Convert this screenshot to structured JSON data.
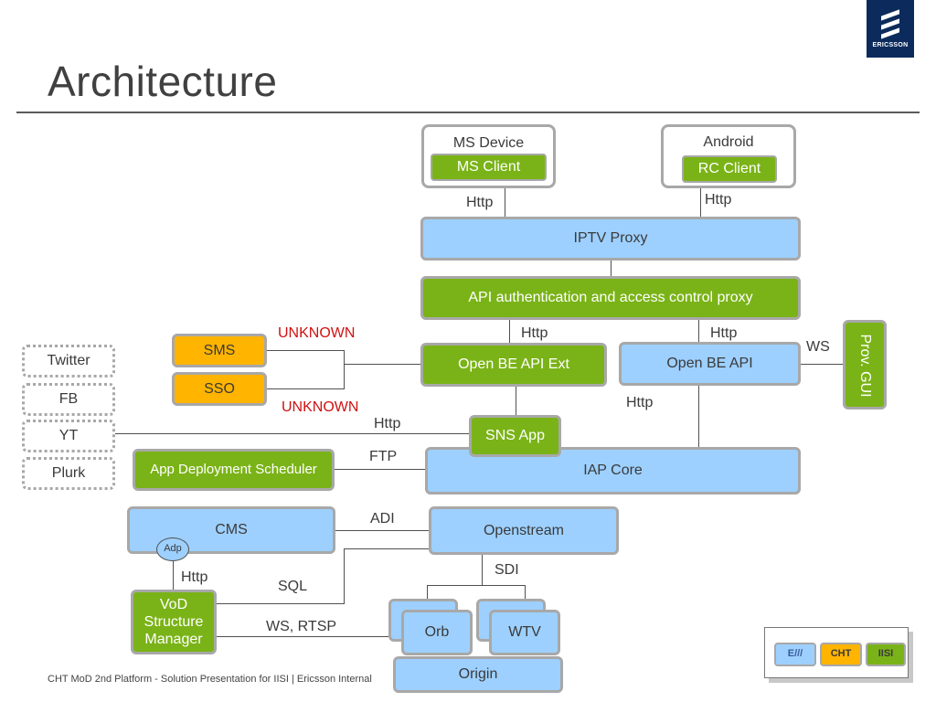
{
  "slide": {
    "title": "Architecture",
    "footer": "CHT MoD 2nd Platform - Solution Presentation for IISI  |  Ericsson Internal",
    "logo_text": "ERICSSON"
  },
  "colors": {
    "blue": "#9dd0ff",
    "green": "#7ab317",
    "orange": "#ffb400",
    "unknown_red": "#d11010",
    "logo_navy": "#0c2b5c"
  },
  "nodes": {
    "ms_device": "MS Device",
    "ms_client": "MS Client",
    "android": "Android",
    "rc_client": "RC Client",
    "iptv_proxy": "IPTV  Proxy",
    "api_auth": "API authentication and access control proxy",
    "open_be_api_ext": "Open BE API Ext",
    "open_be_api": "Open BE API",
    "prov_gui": "Prov. GUI",
    "sms": "SMS",
    "sso": "SSO",
    "twitter": "Twitter",
    "fb": "FB",
    "yt": "YT",
    "plurk": "Plurk",
    "sns_app": "SNS App",
    "iap_core": "IAP Core",
    "app_deployment_scheduler": "App Deployment Scheduler",
    "cms": "CMS",
    "adp": "Adp",
    "openstream": "Openstream",
    "vod_structure_manager": "VoD Structure Manager",
    "orb": "Orb",
    "wtv": "WTV",
    "origin": "Origin"
  },
  "edge_labels": {
    "http_ms": "Http",
    "http_android": "Http",
    "http_ext": "Http",
    "http_api": "Http",
    "http_api_core": "Http",
    "ws": "WS",
    "unknown_top": "UNKNOWN",
    "unknown_bottom": "UNKNOWN",
    "http_sns": "Http",
    "ftp": "FTP",
    "adi": "ADI",
    "sdi": "SDI",
    "http_adp": "Http",
    "sql": "SQL",
    "ws_rtsp": "WS, RTSP"
  },
  "legend": {
    "ericsson": "E///",
    "cht": "CHT",
    "iisi": "IISI"
  }
}
